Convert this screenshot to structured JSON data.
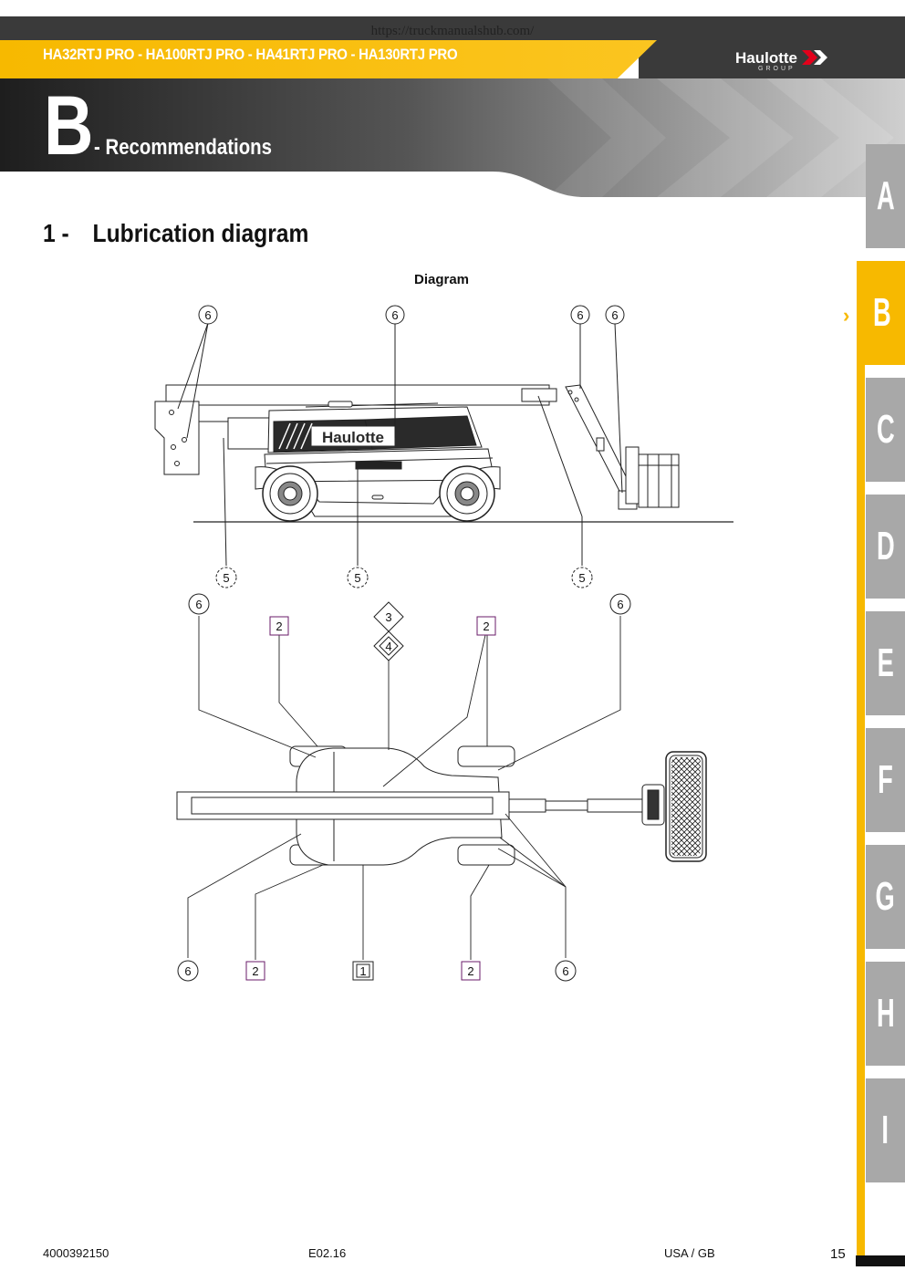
{
  "source_url": "https://truckmanualshub.com/",
  "header": {
    "models": "HA32RTJ PRO - HA100RTJ PRO - HA41RTJ PRO - HA130RTJ PRO",
    "brand": "Haulotte",
    "brand_sub": "GROUP"
  },
  "section": {
    "letter": "B",
    "title": "- Recommendations"
  },
  "tabs": [
    "A",
    "B",
    "C",
    "D",
    "E",
    "F",
    "G",
    "H",
    "I"
  ],
  "active_tab": "B",
  "heading": {
    "number": "1 -",
    "title": "Lubrication diagram"
  },
  "diagram": {
    "caption": "Diagram",
    "machine_logo": "Haulotte",
    "side_view_labels": {
      "top": [
        "6",
        "6",
        "6",
        "6"
      ],
      "bottom": [
        "5",
        "5",
        "5"
      ]
    },
    "top_view_labels": {
      "upper": [
        "6",
        "2",
        "3",
        "4",
        "2",
        "6"
      ],
      "lower": [
        "6",
        "2",
        "1",
        "2",
        "6"
      ]
    }
  },
  "footer": {
    "doc_number": "4000392150",
    "edition": "E02.16",
    "region": "USA / GB",
    "page": "15"
  }
}
